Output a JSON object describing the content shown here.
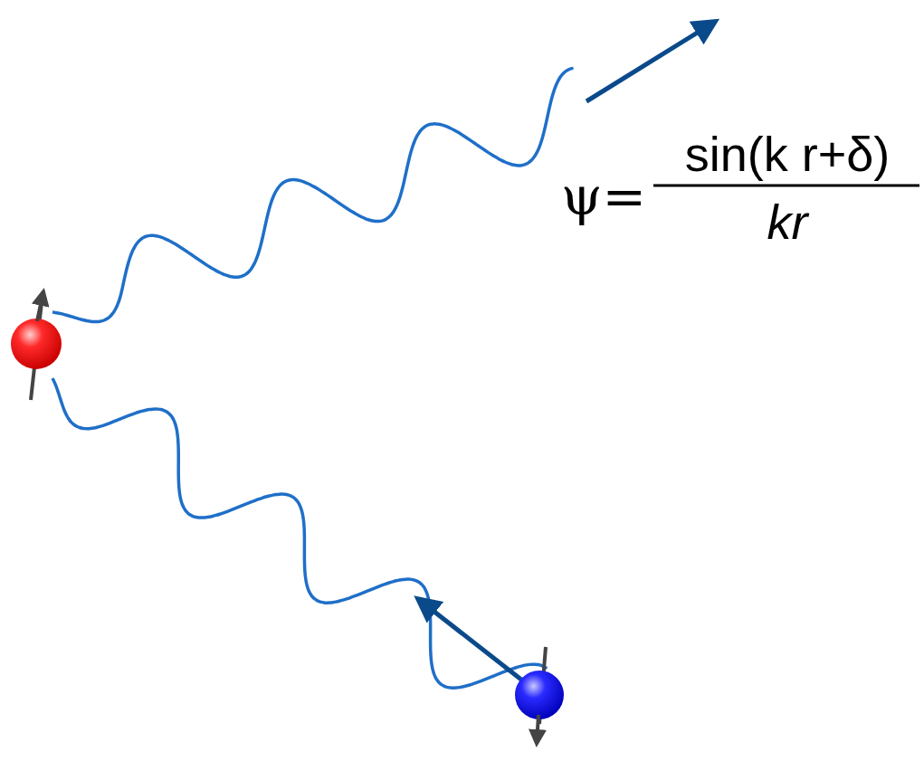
{
  "diagram": {
    "labels": [
      "ψ=",
      "sin(k r+δ)",
      "kr"
    ]
  }
}
